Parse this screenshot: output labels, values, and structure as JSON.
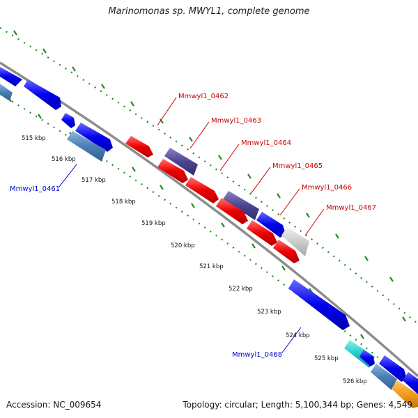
{
  "title": "Marinomonas sp. MWYL1, complete genome",
  "accession_text": "Accession: NC_009654",
  "topology_text": "Topology: circular; Length: 5,100,344 bp; Genes: 4,549",
  "colors": {
    "backbone": "#8c8c8c",
    "tick_green": "#1f8a1f",
    "label_red": "#cc0000",
    "label_blue": "#0000cc"
  },
  "ticks": [
    {
      "label": "515 kbp"
    },
    {
      "label": "516 kbp"
    },
    {
      "label": "517 kbp"
    },
    {
      "label": "518 kbp"
    },
    {
      "label": "519 kbp"
    },
    {
      "label": "520 kbp"
    },
    {
      "label": "521 kbp"
    },
    {
      "label": "522 kbp"
    },
    {
      "label": "523 kbp"
    },
    {
      "label": "524 kbp"
    },
    {
      "label": "525 kbp"
    },
    {
      "label": "526 kbp"
    }
  ],
  "gene_labels": [
    {
      "text": "Mmwyl1_0461",
      "color": "blue"
    },
    {
      "text": "Mmwyl1_0462",
      "color": "red"
    },
    {
      "text": "Mmwyl1_0463",
      "color": "red"
    },
    {
      "text": "Mmwyl1_0464",
      "color": "red"
    },
    {
      "text": "Mmwyl1_0465",
      "color": "red"
    },
    {
      "text": "Mmwyl1_0466",
      "color": "red"
    },
    {
      "text": "Mmwyl1_0467",
      "color": "red"
    },
    {
      "text": "Mmwyl1_0468",
      "color": "blue"
    }
  ],
  "features": [
    {
      "name": "cds-blue",
      "color": "#0000ee"
    },
    {
      "name": "trna-steel",
      "color": "#4a7fb5"
    },
    {
      "name": "rrna-red",
      "color": "#ee0000"
    },
    {
      "name": "misc-slate",
      "color": "#4b4490"
    },
    {
      "name": "misc-grey",
      "color": "#cccccc"
    },
    {
      "name": "ncrna-cyan",
      "color": "#20c8c8"
    },
    {
      "name": "other-orange",
      "color": "#f29a1a"
    }
  ]
}
